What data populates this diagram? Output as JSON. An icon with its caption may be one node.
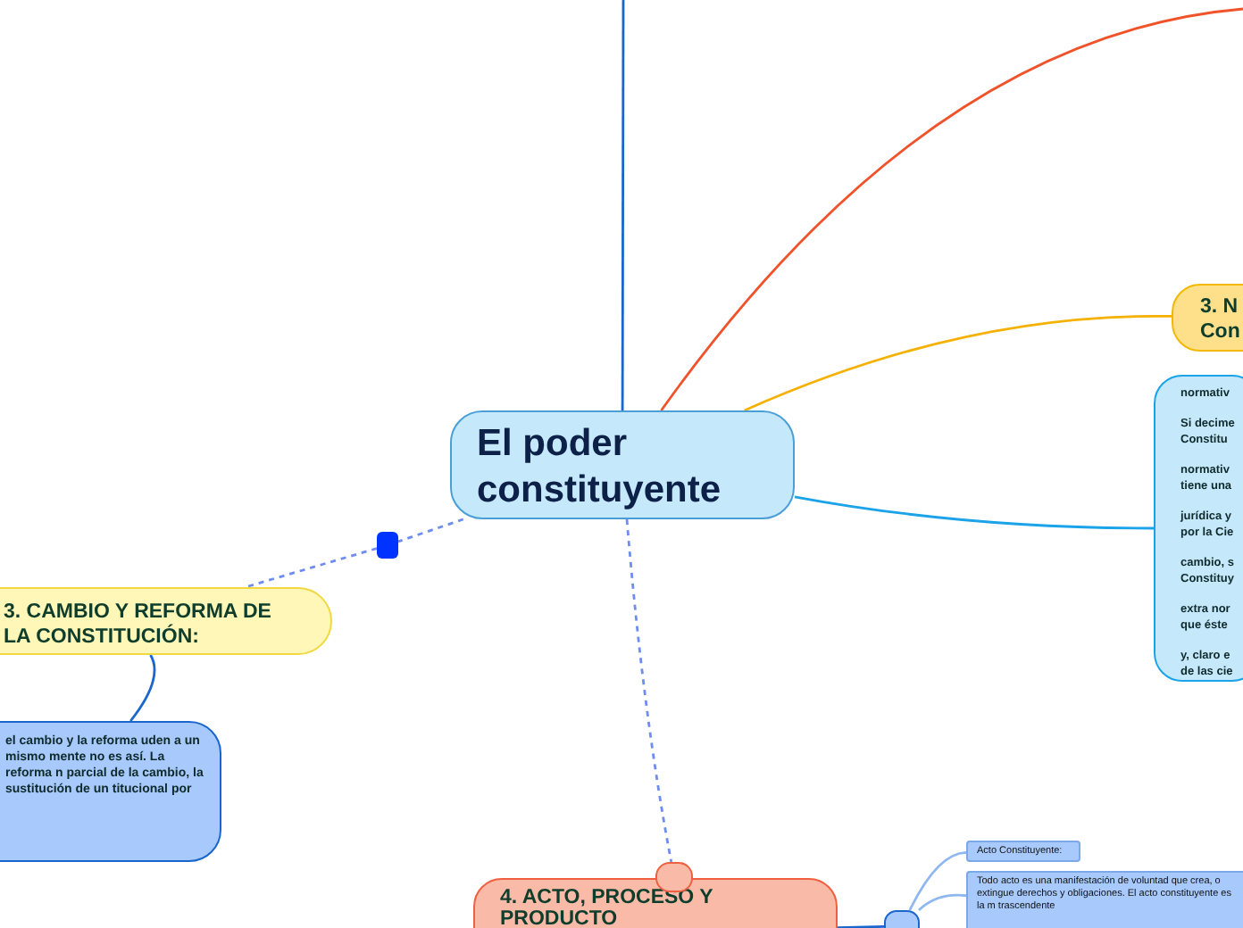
{
  "diagram": {
    "nodes": [
      {
        "text": [
          "El poder constituyente"
        ]
      },
      {
        "text": [
          "3. CAMBIO Y REFORMA DE LA CONSTITUCIÓN:"
        ]
      },
      {
        "text": [
          "el cambio y la reforma uden a un mismo mente no es así. La reforma n parcial de la cambio, la sustitución de un titucional por"
        ]
      },
      {
        "text": [
          "3. N Con"
        ]
      },
      {
        "text": [
          "normativ",
          "Si decime Constitu",
          "normativ tiene una",
          "jurídica y por la Cie",
          "cambio, s Constituy",
          "extra nor que éste",
          "y, claro e de las cie"
        ]
      },
      {
        "text": [
          "4. ACTO, PROCESO Y PRODUCTO"
        ]
      },
      {
        "text": [],
        "shape": "box"
      },
      {
        "text": [],
        "shape": "box"
      },
      {
        "text": [],
        "shape": "box"
      },
      {
        "text": [
          "Acto Constituyente:"
        ]
      },
      {
        "text": [
          "Todo acto es una manifestación de voluntad que crea, o extingue derechos y obligaciones. El acto constituyente es la m trascendente"
        ]
      }
    ],
    "edges": [
      {
        "from": 0,
        "to": null,
        "arrow": "none"
      },
      {
        "from": 0,
        "to": null,
        "arrow": "none",
        "color": "#f0522a"
      },
      {
        "from": 0,
        "to": 3,
        "arrow": "none",
        "color": "#f5b000"
      },
      {
        "from": 0,
        "to": 4,
        "arrow": "none",
        "color": "#1aa3e8"
      },
      {
        "from": 0,
        "to": 7,
        "arrow": "none",
        "style": "dashed",
        "color": "#6f8cf0"
      },
      {
        "from": 7,
        "to": 1,
        "arrow": "none",
        "style": "dashed",
        "color": "#6f8cf0"
      },
      {
        "from": 1,
        "to": 2,
        "arrow": "none"
      },
      {
        "from": 0,
        "to": 6,
        "arrow": "none",
        "style": "dashed",
        "color": "#6f8cf0"
      },
      {
        "from": 5,
        "to": 8,
        "arrow": "none"
      },
      {
        "from": 8,
        "to": 9,
        "arrow": "none",
        "color": "#8fb8f0"
      },
      {
        "from": 8,
        "to": 10,
        "arrow": "none",
        "color": "#8fb8f0"
      }
    ]
  }
}
